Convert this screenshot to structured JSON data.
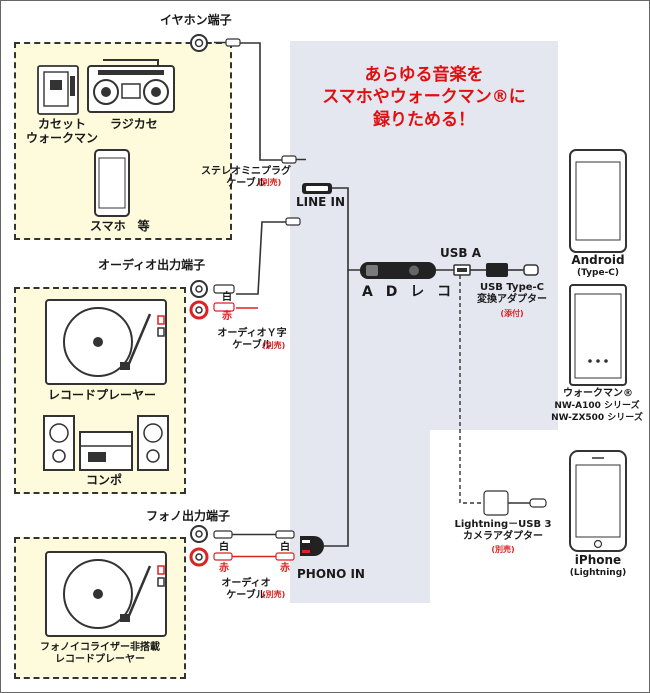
{
  "catchcopy": {
    "line1": "あらゆる音楽を",
    "line2": "スマホやウォークマン®に",
    "line3": "録りためる！"
  },
  "sources": {
    "earphone": {
      "port_label": "イヤホン端子",
      "devices": [
        "カセット\nウォークマン",
        "ラジカセ",
        "スマホ　等"
      ]
    },
    "audio_out": {
      "port_label": "オーディオ出力端子",
      "devices": [
        "レコードプレーヤー",
        "コンポ"
      ]
    },
    "phono_out": {
      "port_label": "フォノ出力端子",
      "devices": [
        "フォノイコライザー非搭載\nレコードプレーヤー"
      ]
    }
  },
  "cables": {
    "stereo_mini": {
      "name": "ステレオミニプラグ\nケーブル",
      "note": "(別売)"
    },
    "audio_y": {
      "name": "オーディオＹ字\nケーブル",
      "note": "(別売)"
    },
    "audio": {
      "name": "オーディオ\nケーブル",
      "note": "(別売)"
    },
    "white": "白",
    "red": "赤"
  },
  "device": {
    "name": "A D レ コ",
    "line_in": "LINE IN",
    "phono_in": "PHONO IN",
    "usb_a": "USB A"
  },
  "adapters": {
    "usb_typec": {
      "name": "USB Type-C\n変換アダプター",
      "note": "(添付)"
    },
    "lightning": {
      "name": "Lightning－USB 3\nカメラアダプター",
      "note": "(別売)"
    }
  },
  "targets": {
    "android": {
      "name": "Android",
      "sub": "(Type-C)"
    },
    "walkman": {
      "name": "ウォークマン®",
      "sub1": "NW-A100 シリーズ",
      "sub2": "NW-ZX500 シリーズ"
    },
    "iphone": {
      "name": "iPhone",
      "sub": "(Lightning)"
    }
  },
  "colors": {
    "red": "#d22222",
    "highlight": "#e01010",
    "panel": "#e4e7f0",
    "box": "#fdfbdc"
  }
}
